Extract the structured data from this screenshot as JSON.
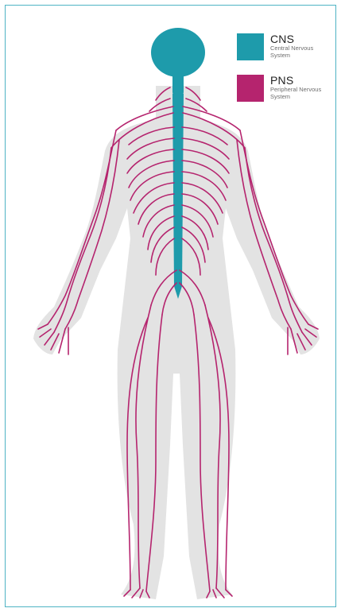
{
  "legend": {
    "cns": {
      "label": "CNS",
      "description": "Central Nervous System",
      "color": "#1e9bab"
    },
    "pns": {
      "label": "PNS",
      "description": "Peripheral Nervous System",
      "color": "#b5246e"
    }
  },
  "colors": {
    "body_silhouette": "#e3e3e3",
    "frame_border": "#4fb3c4"
  }
}
